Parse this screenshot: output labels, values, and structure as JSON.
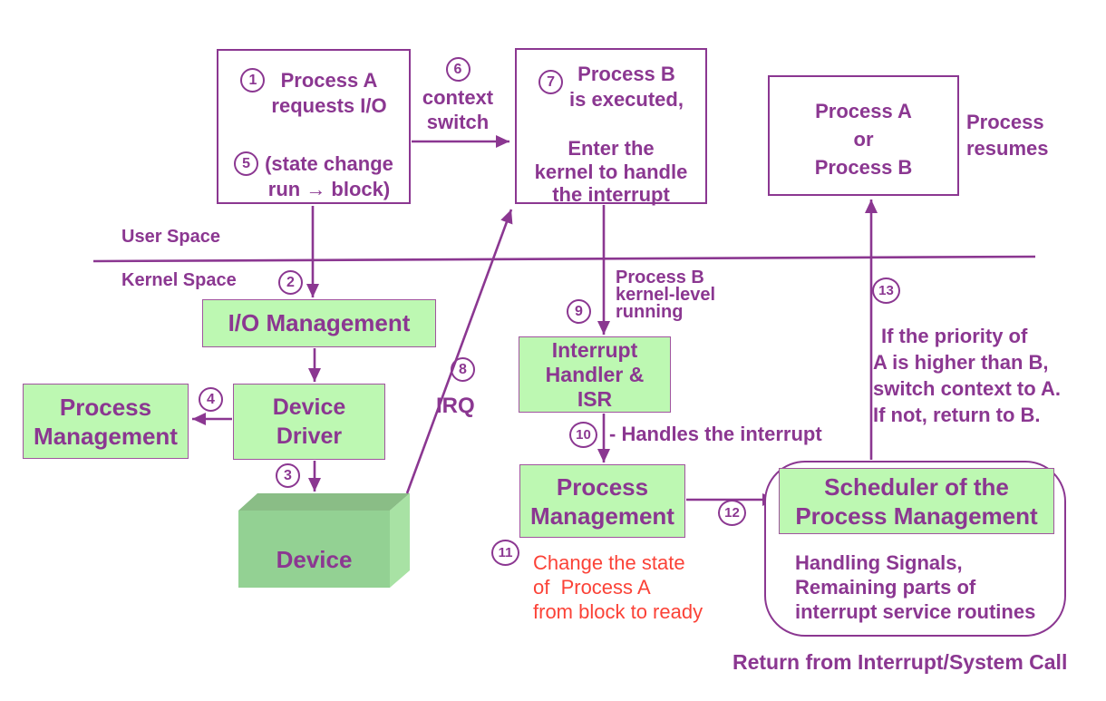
{
  "colors": {
    "purple": "#8B3791",
    "green_fill": "#BDF8B2",
    "green_border": "#A0549E",
    "red": "#FB4237",
    "device_top": "#8ABD86",
    "device_front": "#93D193",
    "device_right": "#A8E2A4"
  },
  "steps": {
    "n1": "1",
    "n2": "2",
    "n3": "3",
    "n4": "4",
    "n5": "5",
    "n6": "6",
    "n7": "7",
    "n8": "8",
    "n9": "9",
    "n10": "10",
    "n11": "11",
    "n12": "12",
    "n13": "13"
  },
  "process_a_box": {
    "line1": "Process A",
    "line2": "requests I/O",
    "line3": "(state change",
    "line4": "run → block)"
  },
  "context_switch": {
    "line1": "context",
    "line2": "switch"
  },
  "process_b_box": {
    "line1": "Process B",
    "line2": "is executed,",
    "line3": "Enter the",
    "line4": "kernel to handle",
    "line5": "the interrupt"
  },
  "process_ab_box": {
    "line1": "Process A",
    "line2": "or",
    "line3": "Process B"
  },
  "process_resumes": {
    "line1": "Process",
    "line2": "resumes"
  },
  "spaces": {
    "user": "User Space",
    "kernel": "Kernel Space"
  },
  "io_management": {
    "label": "I/O Management"
  },
  "process_management_left": {
    "line1": "Process",
    "line2": "Management"
  },
  "device_driver": {
    "line1": "Device",
    "line2": "Driver"
  },
  "device": {
    "label": "Device"
  },
  "irq": {
    "label": "IRQ"
  },
  "process_b_kernel": {
    "line1": "Process B",
    "line2": "kernel-level",
    "line3": "running"
  },
  "interrupt_handler": {
    "line1": "Interrupt",
    "line2": "Handler &",
    "line3": "ISR"
  },
  "handles_interrupt": {
    "label": "- Handles the interrupt"
  },
  "process_management_mid": {
    "line1": "Process",
    "line2": "Management"
  },
  "state_change_note": {
    "line1": "Change the state",
    "line2": "of  Process A",
    "line3": "from block to ready"
  },
  "scheduler": {
    "line1": "Scheduler of the",
    "line2": "Process Management",
    "detail1": "Handling Signals,",
    "detail2": "Remaining parts of",
    "detail3": "interrupt service routines"
  },
  "priority_note": {
    "line1": "If the priority of",
    "line2": "A is higher than B,",
    "line3": "switch context to A.",
    "line4": "If not, return to B."
  },
  "return_label": {
    "label": "Return from Interrupt/System Call"
  }
}
